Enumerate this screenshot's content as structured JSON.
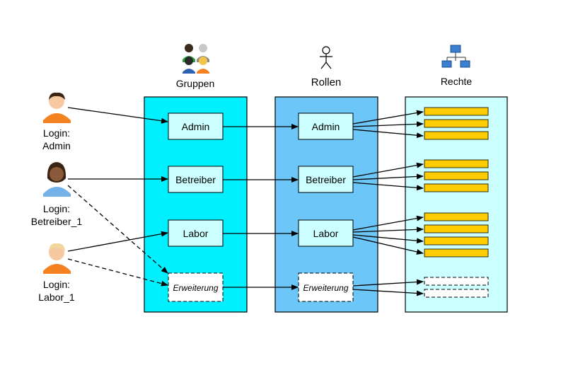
{
  "columns": {
    "groups": "Gruppen",
    "roles": "Rollen",
    "rights": "Rechte"
  },
  "users": [
    {
      "line1": "Login:",
      "line2": "Admin",
      "icon": "user-orange-dark-hair-icon"
    },
    {
      "line1": "Login:",
      "line2": "Betreiber_1",
      "icon": "user-blue-female-icon"
    },
    {
      "line1": "Login:",
      "line2": "Labor_1",
      "icon": "user-orange-blond-icon"
    }
  ],
  "groups": [
    "Admin",
    "Betreiber",
    "Labor",
    "Erweiterung"
  ],
  "roles": [
    "Admin",
    "Betreiber",
    "Labor",
    "Erweiterung"
  ],
  "colors": {
    "groups_panel": "#00F0FF",
    "roles_panel": "#6CC6F7",
    "rights_panel": "#CCFFFF",
    "box_fill": "#CCFFFF",
    "right_bar": "#FFCC00",
    "user_orange": "#F58220",
    "user_blue": "#74B1E6"
  },
  "icons": {
    "groups": "people-group-icon",
    "roles": "stick-figure-icon",
    "rights": "network-tree-icon"
  }
}
